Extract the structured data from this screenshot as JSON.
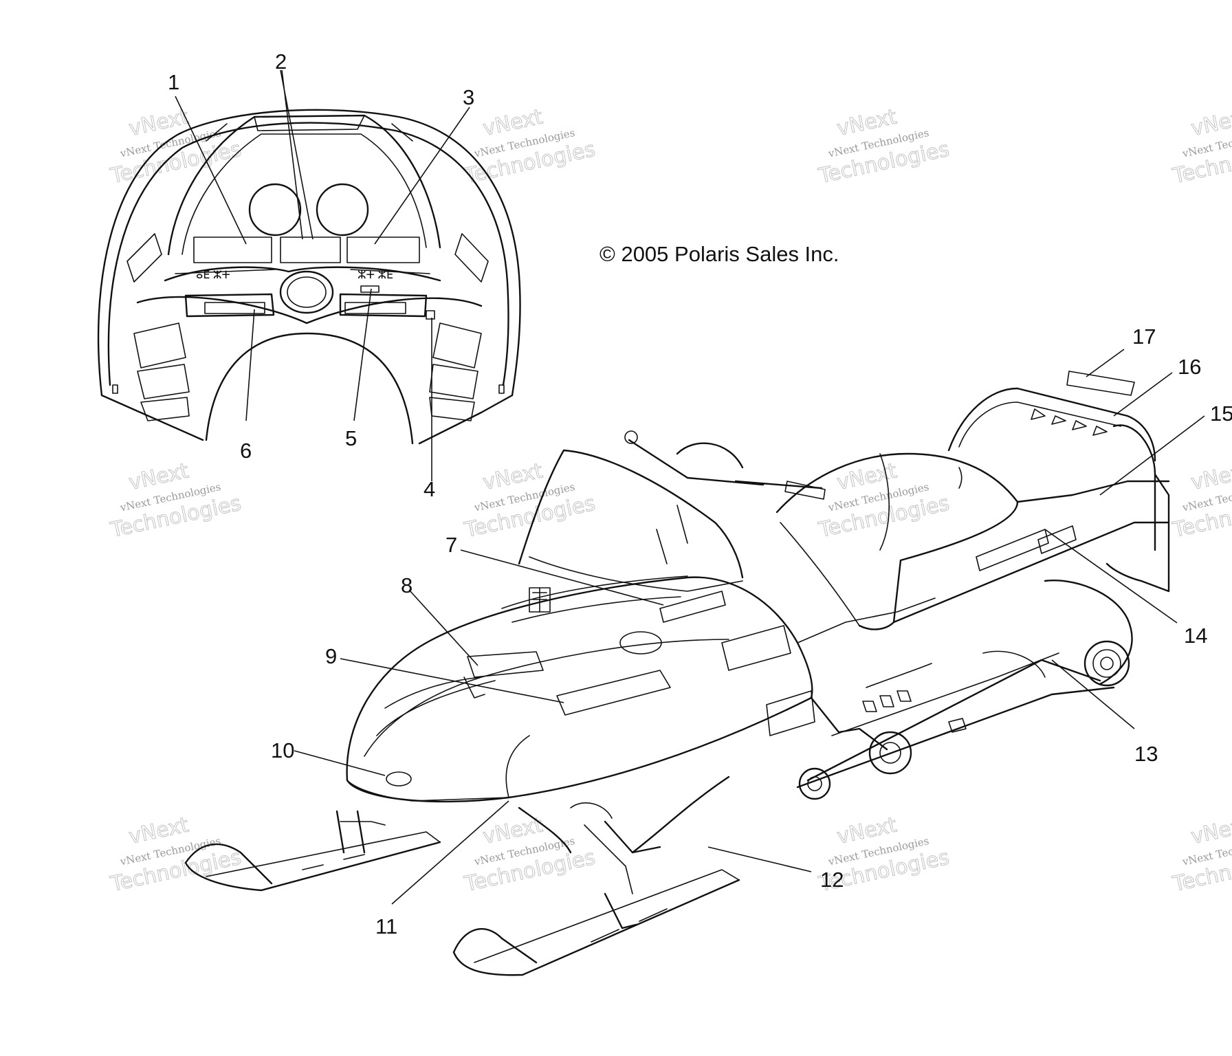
{
  "copyright": "© 2005 Polaris Sales Inc.",
  "watermark": {
    "line1": "vNext",
    "line2": "vNext Technologies",
    "line3": "Technologies"
  },
  "callouts": [
    "1",
    "2",
    "3",
    "4",
    "5",
    "6",
    "7",
    "8",
    "9",
    "10",
    "11",
    "12",
    "13",
    "14",
    "15",
    "16",
    "17"
  ]
}
